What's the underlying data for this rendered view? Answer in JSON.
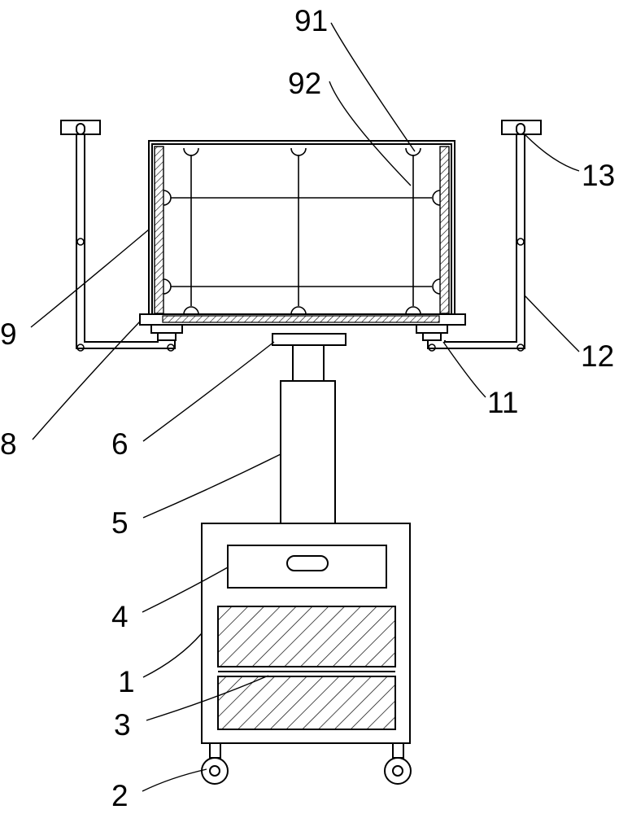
{
  "labels": {
    "l1": "1",
    "l2": "2",
    "l3": "3",
    "l4": "4",
    "l5": "5",
    "l6": "6",
    "l8": "8",
    "l9": "9",
    "l11": "11",
    "l12": "12",
    "l13": "13",
    "l91": "91",
    "l92": "92"
  }
}
